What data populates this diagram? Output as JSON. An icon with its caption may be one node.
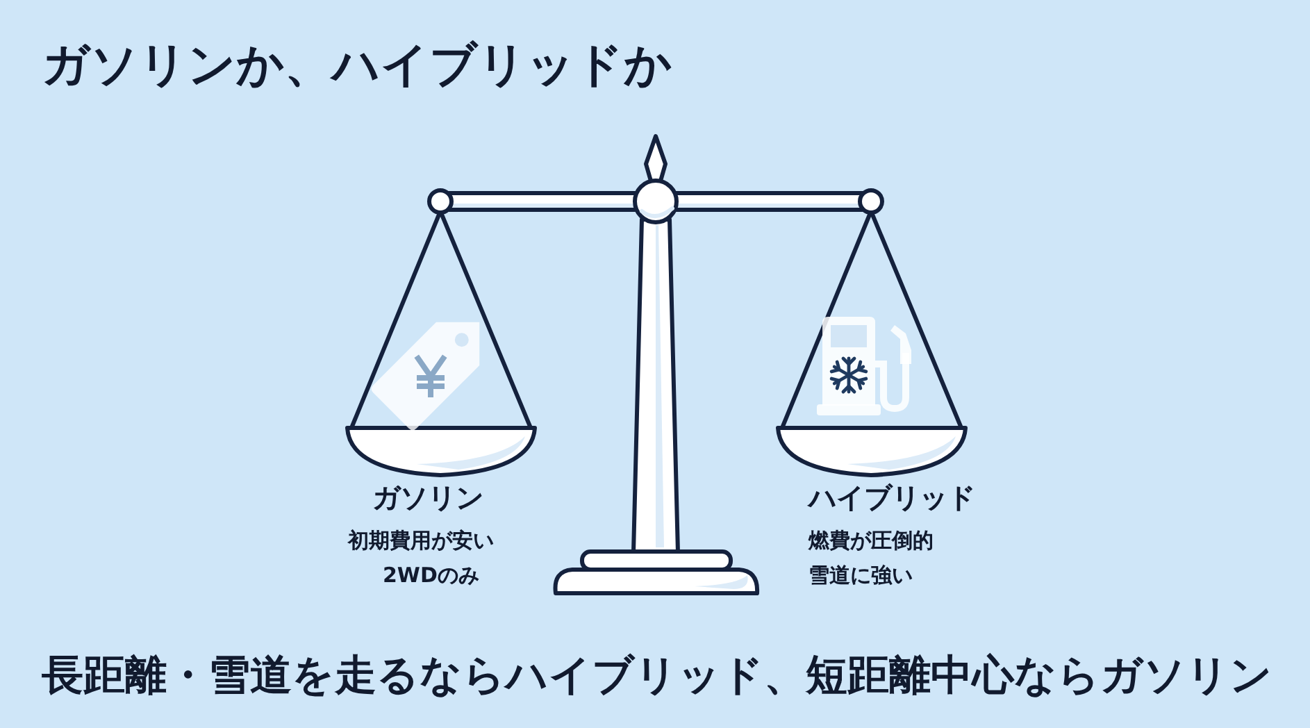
{
  "diagram": {
    "title": "ガソリンか、ハイブリッドか",
    "caption": "長距離・雪道を走るならハイブリッド、短距離中心ならガソリン",
    "labels": [
      "ガソリン",
      "初期費用が安い",
      "2WDのみ",
      "ハイブリッド",
      "燃費が圧倒的",
      "雪道に強い"
    ]
  }
}
